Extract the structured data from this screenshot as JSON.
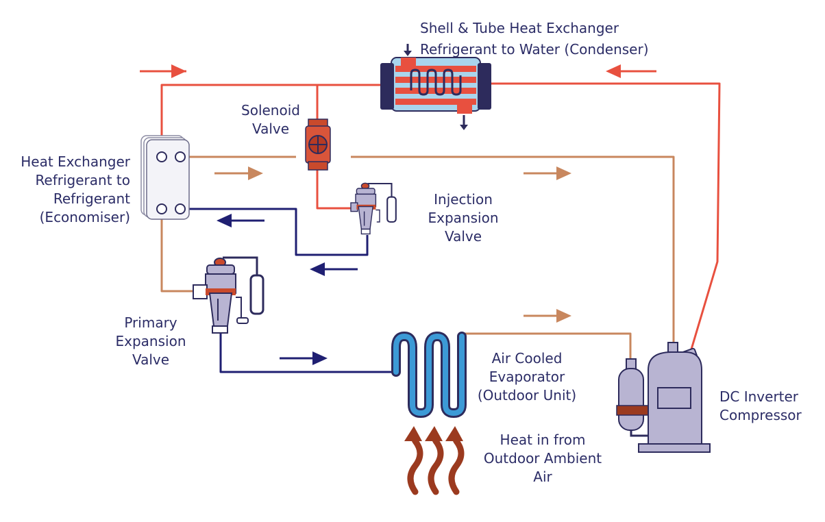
{
  "colors": {
    "hot_line": "#e8503f",
    "warm_line": "#c8875e",
    "cold_line": "#1f1f72",
    "heat_wave": "#9b3a1f",
    "device_fill": "#b8b4d2",
    "device_outline": "#2d2b5c",
    "label_text": "#2b2c66"
  },
  "components": {
    "condenser": {
      "lines": [
        "Shell & Tube Heat Exchanger",
        "Refrigerant to Water (Condenser)"
      ],
      "icon": "shell-tube-heat-exchanger-icon"
    },
    "solenoid_valve": {
      "lines": [
        "Solenoid",
        "Valve"
      ],
      "icon": "solenoid-valve-icon"
    },
    "economiser": {
      "lines": [
        "Heat Exchanger",
        "Refrigerant to",
        "Refrigerant",
        "(Economiser)"
      ],
      "icon": "plate-heat-exchanger-icon"
    },
    "injection_valve": {
      "lines": [
        "Injection",
        "Expansion",
        "Valve"
      ],
      "icon": "expansion-valve-icon"
    },
    "primary_valve": {
      "lines": [
        "Primary",
        "Expansion",
        "Valve"
      ],
      "icon": "expansion-valve-icon"
    },
    "evaporator": {
      "lines": [
        "Air Cooled",
        "Evaporator",
        "(Outdoor Unit)"
      ],
      "icon": "coil-evaporator-icon"
    },
    "compressor": {
      "lines": [
        "DC Inverter",
        "Compressor"
      ],
      "icon": "compressor-icon"
    },
    "heat_source": {
      "lines": [
        "Heat in from",
        "Outdoor Ambient",
        "Air"
      ],
      "icon": "heat-wave-icon"
    }
  }
}
